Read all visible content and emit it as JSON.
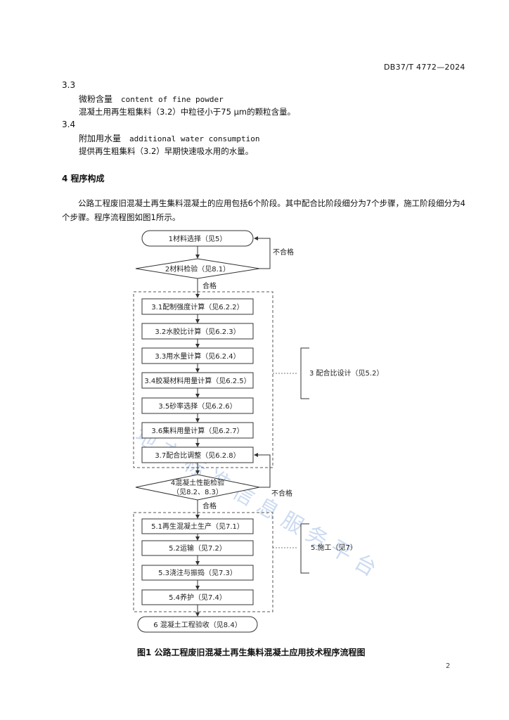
{
  "header": {
    "standard_no": "DB37/T 4772—2024"
  },
  "terms": [
    {
      "number": "3.3",
      "zh": "微粉含量",
      "en": "content of fine powder",
      "definition": "混凝土用再生粗集料（3.2）中粒径小于75 μm的颗粒含量。"
    },
    {
      "number": "3.4",
      "zh": "附加用水量",
      "en": "additional water consumption",
      "definition": "提供再生粗集料（3.2）早期快速吸水用的水量。"
    }
  ],
  "section4": {
    "heading": "4   程序构成",
    "paragraph": "公路工程废旧混凝土再生集料混凝土的应用包括6个阶段。其中配合比阶段细分为7个步骤，施工阶段细分为4个步骤。程序流程图如图1所示。"
  },
  "flowchart": {
    "nodes": {
      "n1": "1材料选择（见5）",
      "n2": "2材料检验（见8.1）",
      "n31": "3.1配制强度计算（见6.2.2）",
      "n32": "3.2水胶比计算（见6.2.3）",
      "n33": "3.3用水量计算（见6.2.4）",
      "n34": "3.4胶凝材料用量计算（见6.2.5）",
      "n35": "3.5砂率选择（见6.2.6）",
      "n36": "3.6集料用量计算（见6.2.7）",
      "n37": "3.7配合比调整（见6.2.8）",
      "n4a": "4混凝土性能检验",
      "n4b": "（见8.2、8.3）",
      "n51": "5.1再生混凝土生产（见7.1）",
      "n52": "5.2运输（见7.2）",
      "n53": "5.3浇注与振捣（见7.3）",
      "n54": "5.4养护（见7.4）",
      "n6": "6 混凝土工程验收（见8.4）"
    },
    "labels": {
      "fail1": "不合格",
      "pass1": "合格",
      "fail2": "不合格",
      "pass2": "合格",
      "group3": "3 配合比设计（见5.2）",
      "group5": "5.施工（见7）"
    }
  },
  "watermark": "地方标准信息服务平台",
  "caption": "图1   公路工程废旧混凝土再生集料混凝土应用技术程序流程图",
  "page_number": "2"
}
